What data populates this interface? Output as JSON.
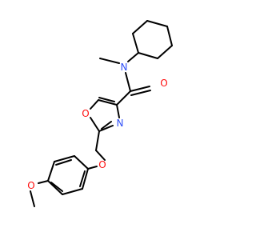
{
  "colors": {
    "bond": "#000000",
    "carbon": "#000000",
    "nitrogen": "#3050F8",
    "oxygen": "#FF0D0D"
  },
  "atoms": {
    "amide_n": "N",
    "amide_o": "O",
    "ring_o": "O",
    "ring_n": "N",
    "ether_o": "O",
    "methoxy_o": "O"
  }
}
